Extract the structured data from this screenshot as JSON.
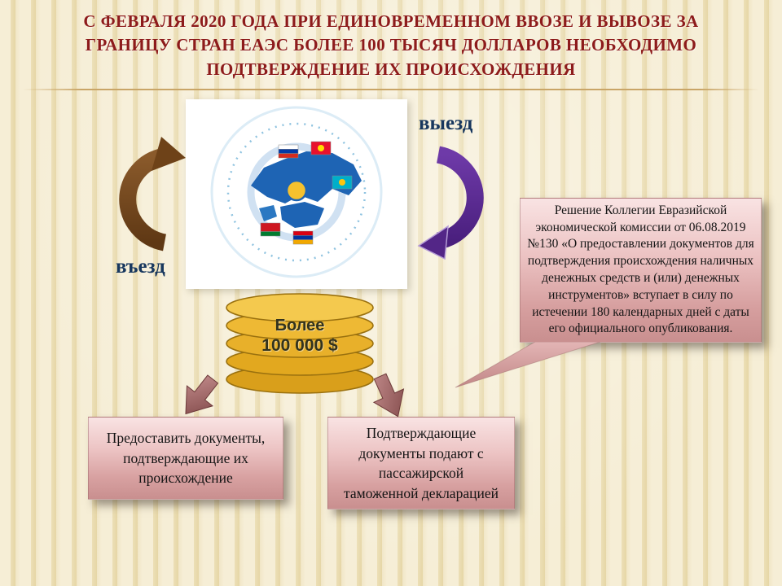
{
  "title": {
    "text": "С ФЕВРАЛЯ 2020 ГОДА  ПРИ ЕДИНОВРЕМЕННОМ  ВВОЗЕ И ВЫВОЗЕ ЗА\nГРАНИЦУ  СТРАН ЕАЭС БОЛЕЕ 100 ТЫСЯЧ ДОЛЛАРОВ НЕОБХОДИМО\nПОДТВЕРЖДЕНИЕ  ИХ ПРОИСХОЖДЕНИЯ"
  },
  "diagram": {
    "entry_label": "въезд",
    "exit_label": "выезд",
    "amount": {
      "line1": "Более",
      "line2": "100 000 $"
    }
  },
  "callout": {
    "text": "Решение Коллегии Евразийской\nэкономической комиссии от 06.08.2019\n№130 «О предоставлении документов для\nподтверждения происхождения наличных\nденежных средств и (или) денежных\nинструментов» вступает в силу по\nистечении 180 календарных дней с даты\nего официального опубликования."
  },
  "requirements": {
    "left_box": "Предоставить документы,\nподтверждающие их\nпроисхождение",
    "right_box": "Подтверждающие\nдокументы подают с\nпассажирской\nтаможенной декларацией"
  },
  "colors": {
    "title_maroon": "#8d1b1b",
    "label_navy": "#17375e",
    "pink_light": "#f9e3e3",
    "pink_dark": "#c98f8f",
    "arrow_brown": "#7b4a1f",
    "arrow_purple": "#5b2a8c",
    "coin_gold": "#e2a81f",
    "map_blue": "#1e64b4"
  }
}
